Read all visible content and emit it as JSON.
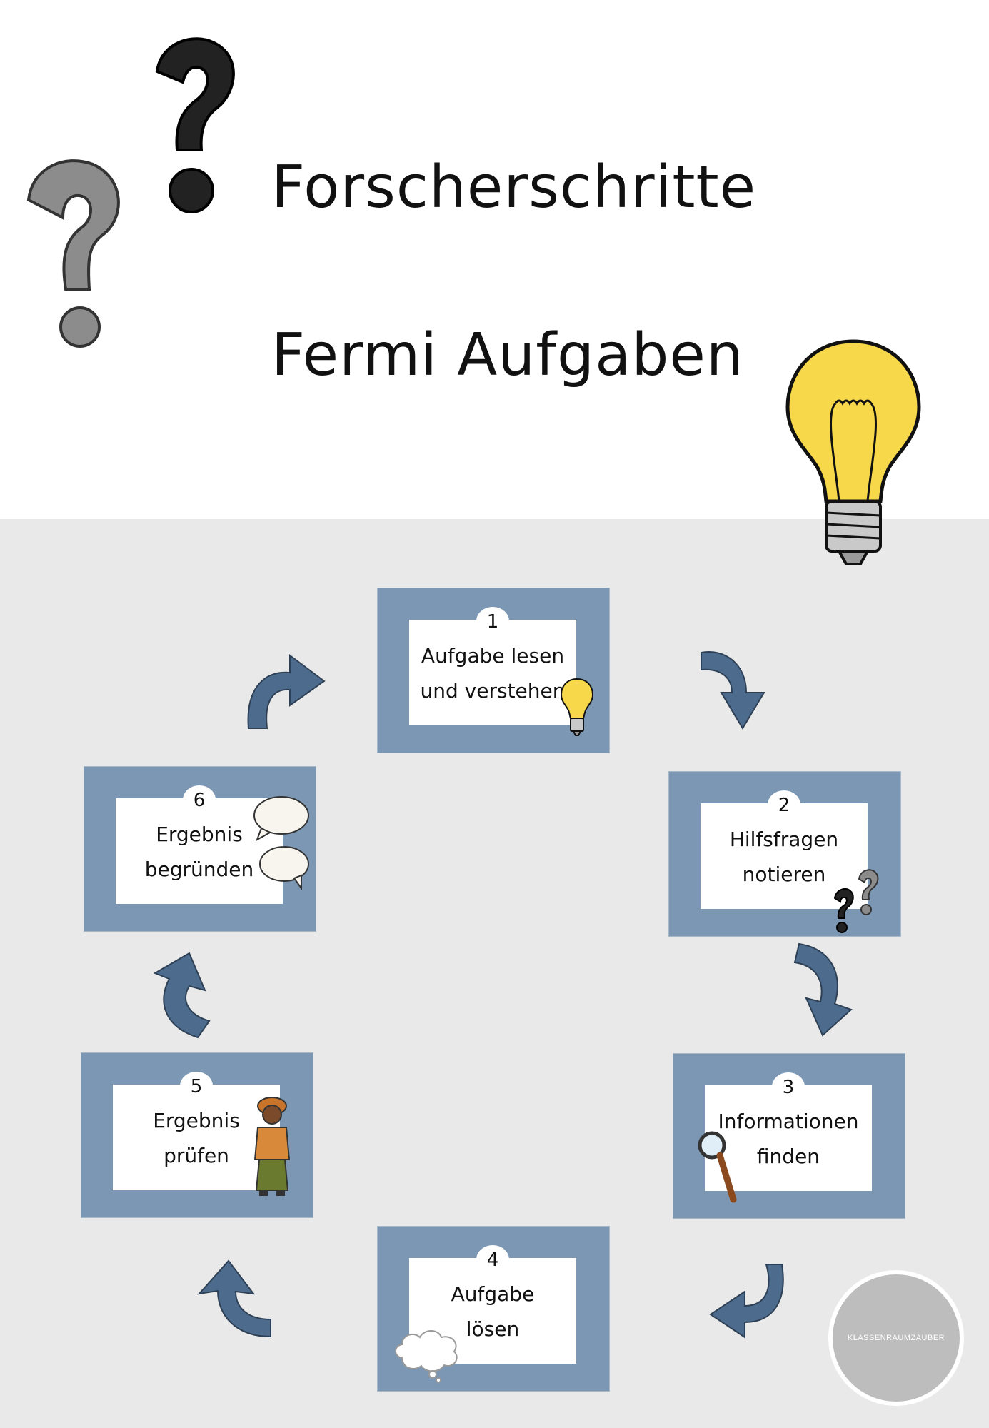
{
  "title_line1": "Forscherschritte",
  "title_line2": "Fermi Aufgaben",
  "colors": {
    "card": "#7c97b3",
    "arrow": "#4d6b8c",
    "background_bottom": "#e9e9e9"
  },
  "steps": [
    {
      "number": "1",
      "line1": "Aufgabe lesen",
      "line2": "und verstehen",
      "icon": "light-bulb-icon"
    },
    {
      "number": "2",
      "line1": "Hilfsfragen",
      "line2": "notieren",
      "icon": "question-marks-icon"
    },
    {
      "number": "3",
      "line1": "Informationen",
      "line2": "finden",
      "icon": "magnifier-icon"
    },
    {
      "number": "4",
      "line1": "Aufgabe",
      "line2": "lösen",
      "icon": "thought-cloud-icon"
    },
    {
      "number": "5",
      "line1": "Ergebnis",
      "line2": "prüfen",
      "icon": "detective-icon"
    },
    {
      "number": "6",
      "line1": "Ergebnis",
      "line2": "begründen",
      "icon": "speech-bubbles-icon"
    }
  ],
  "logo_text": "KLASSENRAUMZAUBER"
}
